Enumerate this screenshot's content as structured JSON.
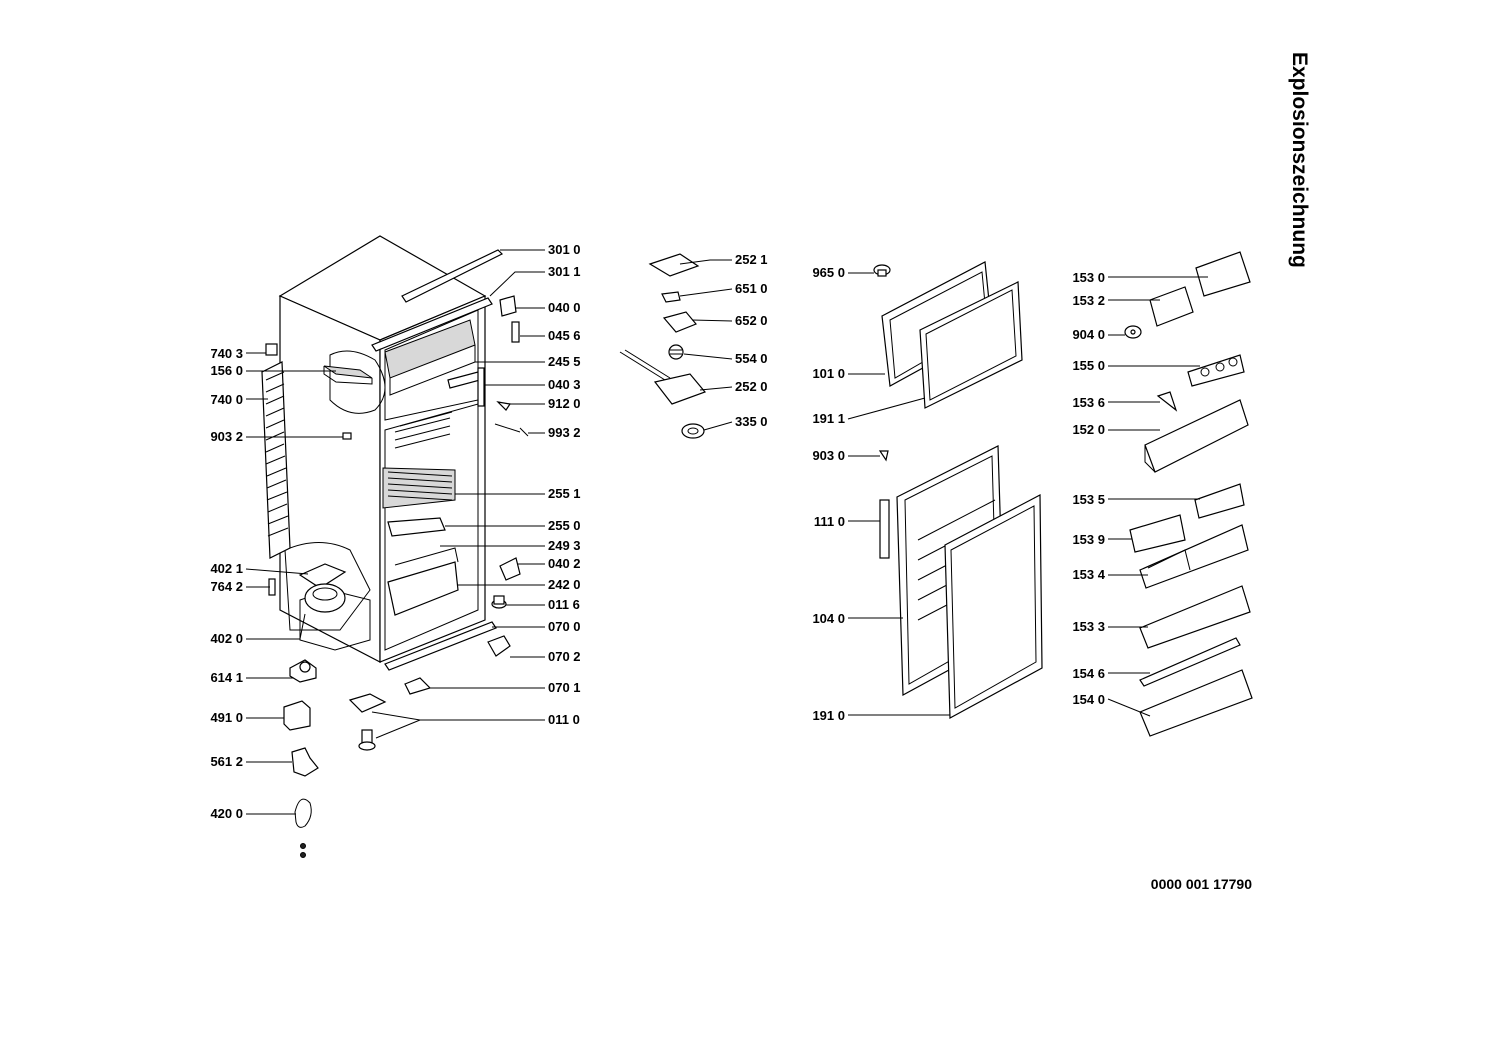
{
  "page_title": "Explosionszeichnung",
  "document_number": "0000 001 17790",
  "labels": {
    "p3010": "301 0",
    "p3011": "301 1",
    "p0400": "040 0",
    "p0456": "045 6",
    "p2455": "245 5",
    "p0403": "040 3",
    "p9120": "912 0",
    "p9932": "993 2",
    "p2551": "255 1",
    "p2550": "255 0",
    "p2493": "249 3",
    "p0402": "040 2",
    "p2420": "242 0",
    "p0116": "011 6",
    "p0700": "070 0",
    "p0702": "070 2",
    "p0701": "070 1",
    "p0110": "011 0",
    "p7403": "740 3",
    "p1560": "156 0",
    "p7400": "740 0",
    "p9032": "903 2",
    "p4021": "402 1",
    "p7642": "764 2",
    "p4020": "402 0",
    "p6141": "614 1",
    "p4910": "491 0",
    "p5612": "561 2",
    "p4200": "420 0",
    "p2521": "252 1",
    "p6510": "651 0",
    "p6520": "652 0",
    "p5540": "554 0",
    "p2520": "252 0",
    "p3350": "335 0",
    "p9650": "965 0",
    "p1010": "101 0",
    "p1911": "191 1",
    "p9030": "903 0",
    "p1110": "111 0",
    "p1040": "104 0",
    "p1910": "191 0",
    "p1530": "153 0",
    "p1532": "153 2",
    "p9040": "904 0",
    "p1550": "155 0",
    "p1536": "153 6",
    "p1520": "152 0",
    "p1535": "153 5",
    "p1539": "153 9",
    "p1534": "153 4",
    "p1533": "153 3",
    "p1546": "154 6",
    "p1540": "154 0"
  }
}
